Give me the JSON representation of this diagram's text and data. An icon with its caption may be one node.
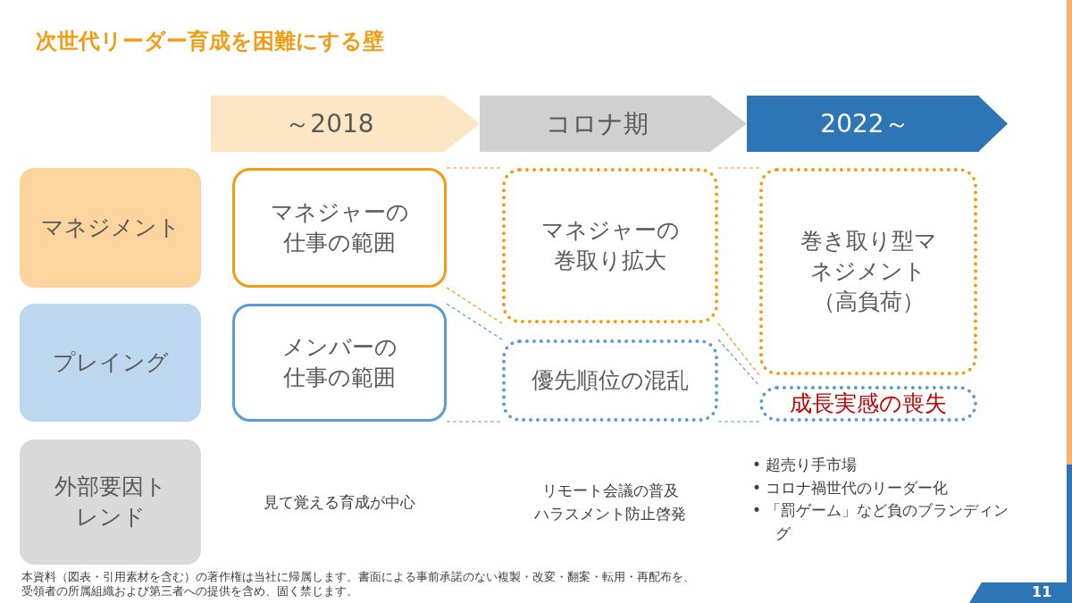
{
  "diagram": {
    "title": "次世代リーダー育成を困難にする壁",
    "nodes": [
      {
        "text": [
          "～2018"
        ]
      },
      {
        "text": [
          "コロナ期"
        ]
      },
      {
        "text": [
          "2022～"
        ]
      },
      {
        "text": [
          "マネジメント"
        ]
      },
      {
        "text": [
          "プレイング"
        ]
      },
      {
        "text": [
          "外部要因トレンド"
        ]
      },
      {
        "text": [
          "マネジャーの仕事の範囲"
        ]
      },
      {
        "text": [
          "メンバーの仕事の範囲"
        ]
      },
      {
        "text": [
          "マネジャーの巻取り拡大"
        ]
      },
      {
        "text": [
          "優先順位の混乱"
        ]
      },
      {
        "text": [
          "巻き取り型マネジメント（高負荷）"
        ]
      },
      {
        "text": [
          "成長実感の喪失"
        ]
      }
    ],
    "edges": [
      {
        "from": 0,
        "to": 1,
        "arrow": "to"
      },
      {
        "from": 1,
        "to": 2,
        "arrow": "to"
      },
      {
        "from": 2,
        "to": null,
        "arrow": "to"
      },
      {
        "from": 6,
        "to": 8,
        "arrow": "none",
        "style": "dashed",
        "color": "#f39c12"
      },
      {
        "from": 6,
        "to": 8,
        "arrow": "none",
        "style": "dashed",
        "color": "#f39c12"
      },
      {
        "from": 7,
        "to": 9,
        "arrow": "none",
        "style": "dashed",
        "color": "#5b9bd5"
      },
      {
        "from": 7,
        "to": 9,
        "arrow": "none",
        "style": "dashed",
        "color": "#5b9bd5"
      },
      {
        "from": 8,
        "to": 10,
        "arrow": "none",
        "style": "dashed",
        "color": "#f39c12"
      },
      {
        "from": 8,
        "to": 10,
        "arrow": "none",
        "style": "dashed",
        "color": "#f39c12"
      },
      {
        "from": 9,
        "to": 11,
        "arrow": "none",
        "style": "dashed",
        "color": "#5b9bd5"
      },
      {
        "from": 9,
        "to": 11,
        "arrow": "none",
        "style": "dashed",
        "color": "#5b9bd5"
      }
    ],
    "labels": [
      "見て覚える育成が中心",
      "リモート会議の普及",
      "ハラスメント防止啓発",
      "• 超売り手市場",
      "• コロナ禍世代のリーダー化",
      "• 「罰ゲーム」など負のブランディング",
      "本資料（図表・引用素材を含む）の著作権は当社に帰属します。書面による事前承諾のない複製・改変・翻案・転用・再配布を、受領者の所属組織および第三者への提供を含め、固く禁じます。",
      "11"
    ]
  }
}
